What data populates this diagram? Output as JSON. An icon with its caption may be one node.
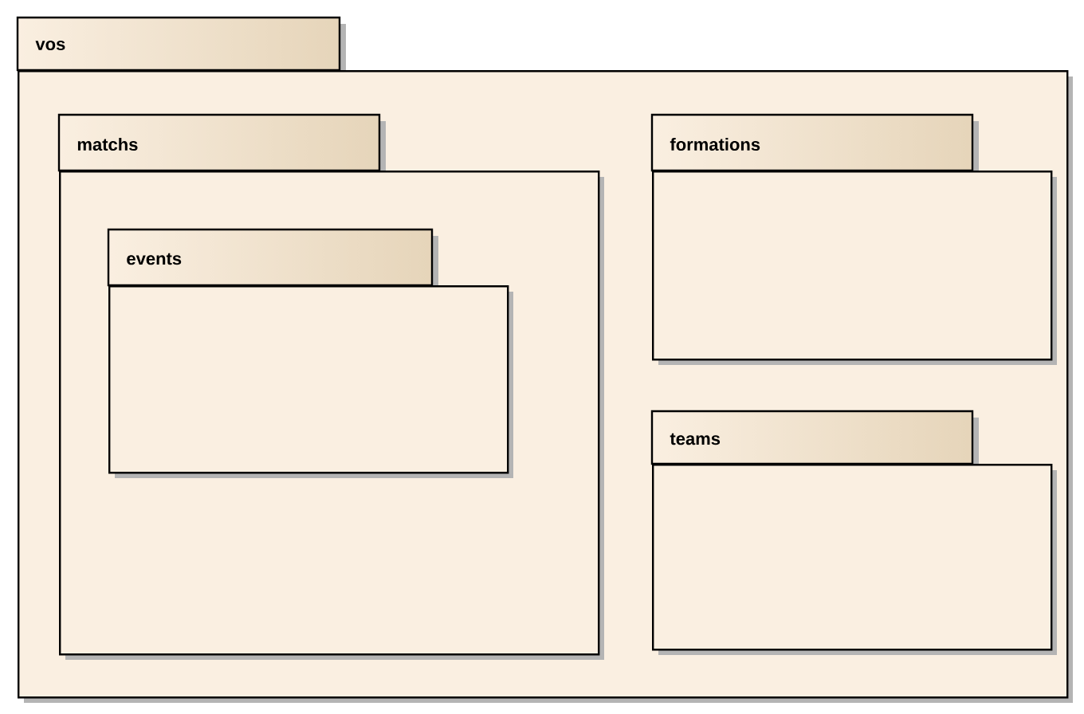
{
  "diagram": {
    "nodes": [
      {
        "text": [
          "vos"
        ]
      },
      {
        "text": [
          "matchs"
        ],
        "in": 0
      },
      {
        "text": [
          "events"
        ],
        "in": 1
      },
      {
        "text": [
          "formations"
        ],
        "in": 0
      },
      {
        "text": [
          "teams"
        ],
        "in": 0
      }
    ]
  }
}
